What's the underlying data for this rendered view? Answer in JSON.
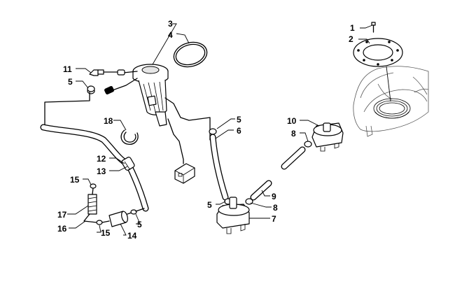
{
  "diagram": {
    "callouts": [
      "1",
      "2",
      "3",
      "4",
      "5",
      "5",
      "5",
      "5",
      "6",
      "7",
      "8",
      "8",
      "9",
      "10",
      "11",
      "12",
      "13",
      "14",
      "15",
      "15",
      "16",
      "17",
      "18"
    ]
  }
}
